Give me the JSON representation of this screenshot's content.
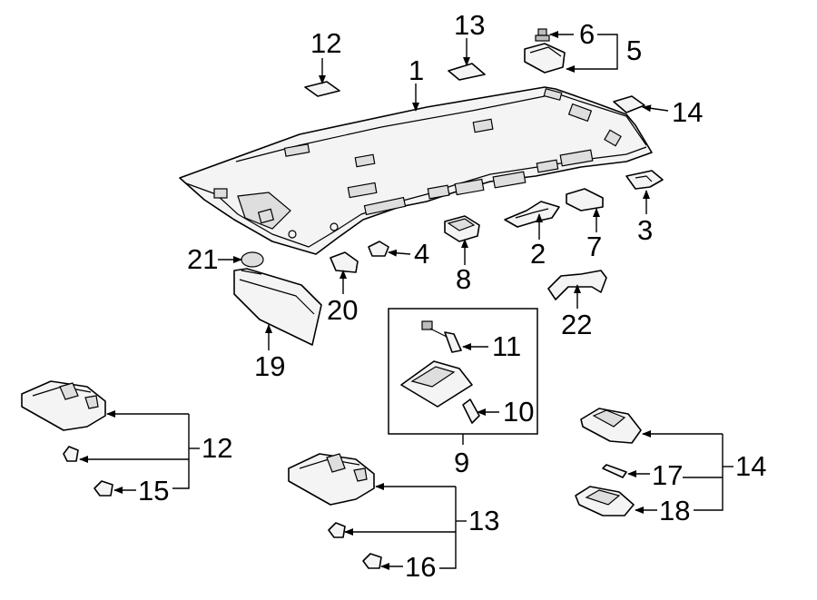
{
  "callouts": {
    "c1": "1",
    "c2": "2",
    "c3": "3",
    "c4": "4",
    "c5": "5",
    "c6": "6",
    "c7": "7",
    "c8": "8",
    "c9": "9",
    "c10": "10",
    "c11": "11",
    "c12a": "12",
    "c12b": "12",
    "c13a": "13",
    "c13b": "13",
    "c14a": "14",
    "c14b": "14",
    "c15": "15",
    "c16": "16",
    "c17": "17",
    "c18": "18",
    "c19": "19",
    "c20": "20",
    "c21": "21",
    "c22": "22"
  }
}
